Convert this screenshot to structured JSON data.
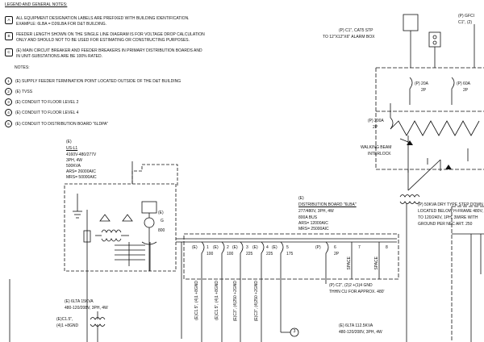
{
  "legend": {
    "title": "LEGEND AND GENERAL NOTES:",
    "general_notes": [
      {
        "mark": "A",
        "lines": [
          "ALL EQUIPMENT DESIGNATION LABELS ARE PREFIXED WITH BUILDING IDENTIFICATION.",
          "EXAMPLE: 6LBA = D26LBA FOR D&T BUILDING."
        ]
      },
      {
        "mark": "B",
        "lines": [
          "FEEDER LENGTH SHOWN ON THE SINGLE LINE DIAGRAM IS FOR VOLTAGE DROP CALCULATION",
          "ONLY AND SHOULD NOT TO BE USED FOR ESTIMATING OR CONSTRUCTING PURPOSES."
        ]
      },
      {
        "mark": "C",
        "lines": [
          "(E) MAIN CIRCUIT BREAKER AND FEEDER BREAKERS IN PRIMARY DISTRIBUTION BOARDS AND",
          "IN UNIT-SUBSTATIONS ARE BE 100% RATED."
        ]
      }
    ],
    "notes_heading": "NOTES:",
    "notes": [
      {
        "mark": "1",
        "text": "(E) SUPPLY FEEDER TERMINATION POINT LOCATED OUTSIDE OF THE D&T BUILDING"
      },
      {
        "mark": "2",
        "text": "(E) TVSS"
      },
      {
        "mark": "3",
        "text": "(E) CONDUIT TO FLOOR LEVEL 2"
      },
      {
        "mark": "4",
        "text": "(E) CONDUIT TO FLOOR LEVEL 4"
      },
      {
        "mark": "5",
        "text": "(E) CONDUIT TO DISTRIBUTION BOARD \"6LDPA\""
      }
    ]
  },
  "unit_substation": {
    "tag": "(E)",
    "name": "US-L1",
    "lines": [
      "4160V-480/277V",
      "3PH, 4W",
      "500KVA",
      "ARS= 26000AIC",
      "MRS= 50000AIC"
    ],
    "breaker": {
      "tag": "(E)",
      "pole": "G",
      "rating": "800"
    }
  },
  "dist_board": {
    "tag": "(E)",
    "name": "DISTRIBUTION BOARD \"6LBA\"",
    "lines": [
      "277/480V, 3PH, 4W",
      "800A BUS",
      "ARS= 12000AIC",
      "MRS= 25000AIC"
    ]
  },
  "feeders": [
    {
      "tag": "(E)",
      "num": "1",
      "rating": "100",
      "conduit": "(E)C1.5\", (4)1 +8GND"
    },
    {
      "tag": "(E)",
      "num": "2",
      "rating": "100",
      "conduit": "(E)C1.5\", (4)1 +8GND"
    },
    {
      "tag": "(E)",
      "num": "3",
      "rating": "225",
      "conduit": "(E)C3\", (4)250 +2GND"
    },
    {
      "tag": "(E)",
      "num": "4",
      "rating": "225",
      "conduit": "(E)C3\", (4)250 +2GND"
    },
    {
      "tag": "(E)",
      "num": "5",
      "rating": "175",
      "conduit": ""
    },
    {
      "tag": "(P)",
      "num": "6",
      "rating": "2P",
      "conduit": ""
    },
    {
      "tag": "",
      "num": "7",
      "rating": "",
      "conduit": "SPACE"
    },
    {
      "tag": "",
      "num": "8",
      "rating": "",
      "conduit": "SPACE"
    }
  ],
  "new_conduit_note": [
    "(P) C2\", (2)2 +(1)4 GND",
    "THHN CU FOR APPROX. 480'"
  ],
  "panel_6lta": {
    "tag": "(E) 6LTA 15KVA",
    "sub": "480-120/208V, 3PH, 4W",
    "feed": [
      "(E)C1.5\",",
      "(4)1 +8GND"
    ]
  },
  "panel_6lta2": {
    "tag": "(E) 6LTA 112.5KVA",
    "sub": "480-120/208V, 3PH, 4W"
  },
  "right_side": {
    "alarm_note": [
      "(P) C1\", CAT5 STP",
      "TO 12\"X12\"X6\" ALARM BOX"
    ],
    "gfci_note": [
      "(P) GFCI",
      "C1\", (2)"
    ],
    "breaker_204": [
      "(P) 20A",
      "2P"
    ],
    "breaker_60": [
      "(P) 60A",
      "2P"
    ],
    "breaker_200": [
      "(P) 200A",
      "2P"
    ],
    "walking_beam": [
      "WALKING BEAM",
      "INTERLOCK"
    ],
    "xfmr_note": [
      "(P) 50KVA DRY TYPE STEP DOWN",
      "LOCATED BELOW H-FRAME 480V,",
      "TO 120/240V, 1PH, 3WIRE WITH",
      "GROUND PER NEC ART. 250"
    ]
  },
  "callouts": {
    "c3": "3"
  }
}
